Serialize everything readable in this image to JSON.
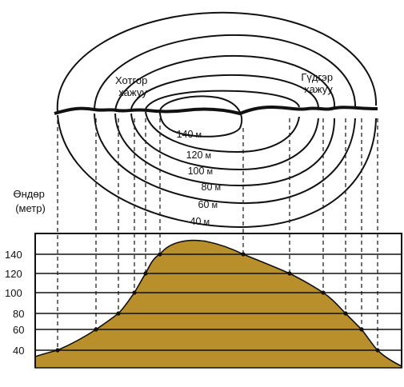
{
  "side_labels": {
    "left": [
      "Хотгор",
      "хажуу"
    ],
    "right": [
      "Гүдгэр",
      "хажуу"
    ],
    "axis": [
      "Өндөр",
      "(метр)"
    ]
  },
  "contour_labels": [
    {
      "value": "140",
      "unit": "м"
    },
    {
      "value": "120",
      "unit": "м"
    },
    {
      "value": "100",
      "unit": "м"
    },
    {
      "value": "80",
      "unit": "м"
    },
    {
      "value": "60",
      "unit": "м"
    },
    {
      "value": "40",
      "unit": "м"
    }
  ],
  "elevation_ticks": [
    "140",
    "120",
    "100",
    "80",
    "60",
    "40"
  ],
  "colors": {
    "terrain": "#b98f2b",
    "ink": "#111111"
  }
}
